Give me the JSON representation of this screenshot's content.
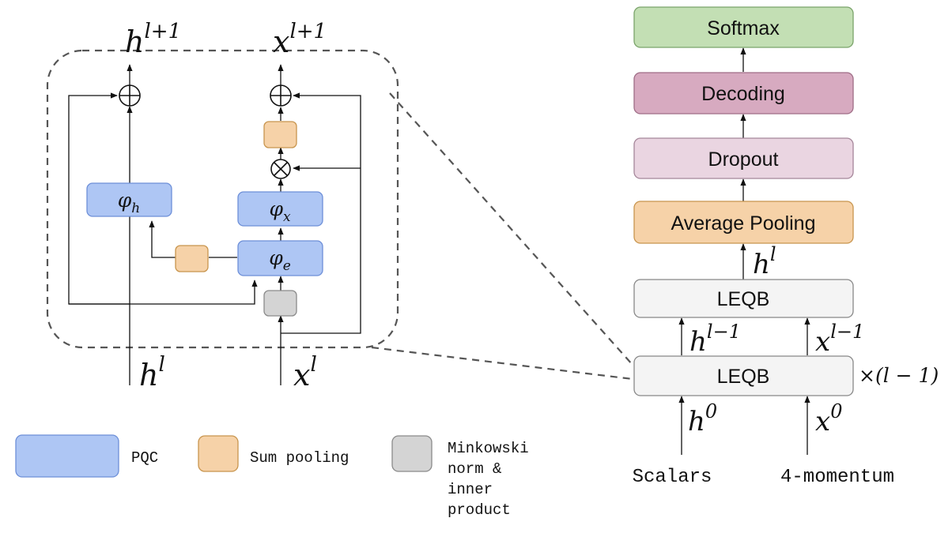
{
  "colors": {
    "pqc_fill": "#aec6f4",
    "pqc_stroke": "#6d8fd8",
    "sum_fill": "#f6d2a8",
    "sum_stroke": "#c8954e",
    "mink_fill": "#d4d4d4",
    "mink_stroke": "#8a8a8a",
    "softmax_fill": "#c3dfb4",
    "softmax_stroke": "#7aa36a",
    "decoding_fill": "#d7aac0",
    "decoding_stroke": "#9f6d86",
    "dropout_fill": "#ead5e1",
    "dropout_stroke": "#a5869a",
    "pooling_fill": "#f6d2a8",
    "pooling_stroke": "#c8954e",
    "leqb_fill": "#f4f4f4",
    "leqb_stroke": "#888888",
    "dashed": "#555555"
  },
  "detail": {
    "out_h": {
      "base": "h",
      "sup": "l+1"
    },
    "out_x": {
      "base": "x",
      "sup": "l+1"
    },
    "in_h": {
      "base": "h",
      "sup": "l"
    },
    "in_x": {
      "base": "x",
      "sup": "l"
    },
    "phi_h": {
      "base": "φ",
      "sub": "h"
    },
    "phi_x": {
      "base": "φ",
      "sub": "x"
    },
    "phi_e": {
      "base": "φ",
      "sub": "e"
    },
    "plus_symbol": "⊕",
    "times_symbol": "⊗"
  },
  "legend": {
    "pqc": "PQC",
    "sum": "Sum pooling",
    "mink_lines": [
      "Minkowski",
      "norm &",
      "inner",
      "product"
    ]
  },
  "stack": {
    "softmax": "Softmax",
    "decoding": "Decoding",
    "dropout": "Dropout",
    "pooling": "Average Pooling",
    "h_l": {
      "base": "h",
      "sup": "l"
    },
    "leqb_top": "LEQB",
    "h_lm1": {
      "base": "h",
      "sup": "l−1"
    },
    "x_lm1": {
      "base": "x",
      "sup": "l−1"
    },
    "leqb_bottom": "LEQB",
    "repeat": "×(l − 1)",
    "h_0": {
      "base": "h",
      "sup": "0"
    },
    "x_0": {
      "base": "x",
      "sup": "0"
    },
    "scalars": "Scalars",
    "momentum": "4-momentum"
  }
}
